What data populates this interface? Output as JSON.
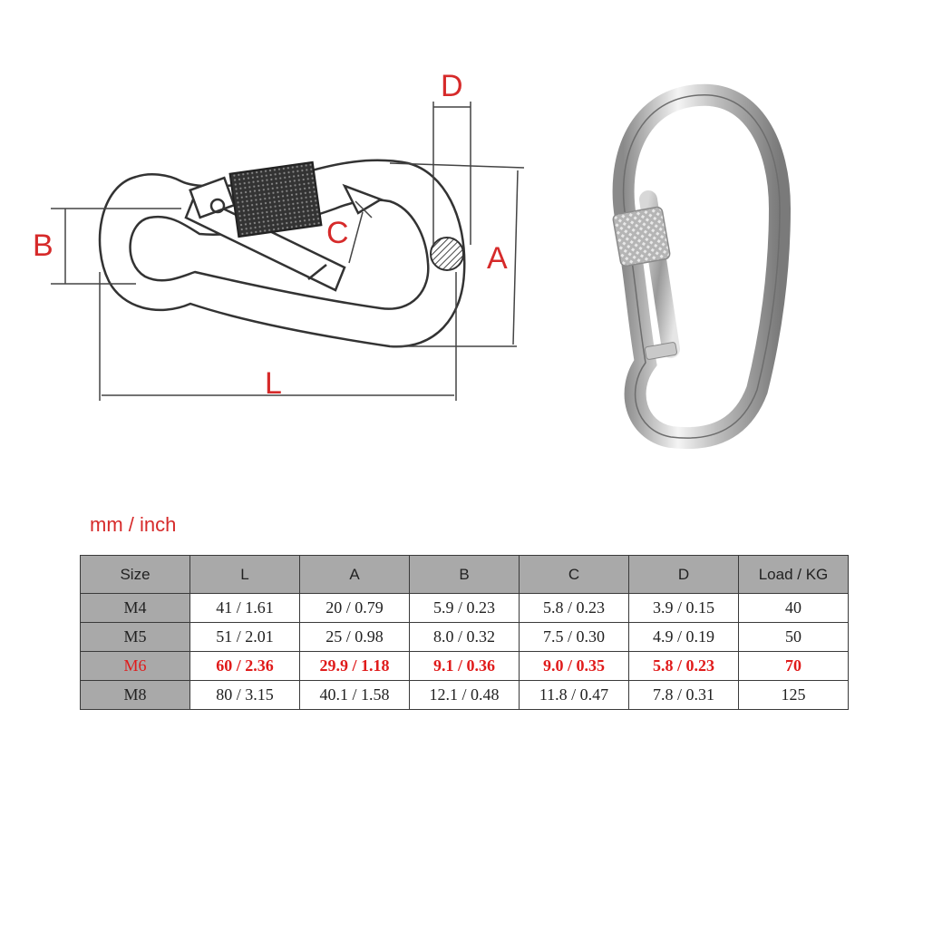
{
  "diagram": {
    "labels": {
      "D": "D",
      "B": "B",
      "C": "C",
      "A": "A",
      "L": "L"
    },
    "label_color": "#d62a2a"
  },
  "units_caption": "mm / inch",
  "table": {
    "header_bg": "#a9a9a9",
    "highlight_color": "#e01b1b",
    "headers": [
      "Size",
      "L",
      "A",
      "B",
      "C",
      "D",
      "Load / KG"
    ],
    "rows": [
      {
        "cells": [
          "M4",
          "41 / 1.61",
          "20 / 0.79",
          "5.9 / 0.23",
          "5.8 / 0.23",
          "3.9 / 0.15",
          "40"
        ],
        "highlight": false
      },
      {
        "cells": [
          "M5",
          "51 / 2.01",
          "25 / 0.98",
          "8.0 / 0.32",
          "7.5 / 0.30",
          "4.9 / 0.19",
          "50"
        ],
        "highlight": false
      },
      {
        "cells": [
          "M6",
          "60 / 2.36",
          "29.9 / 1.18",
          "9.1 / 0.36",
          "9.0 / 0.35",
          "5.8 / 0.23",
          "70"
        ],
        "highlight": true
      },
      {
        "cells": [
          "M8",
          "80 / 3.15",
          "40.1 / 1.58",
          "12.1 / 0.48",
          "11.8 / 0.47",
          "7.8 / 0.31",
          "125"
        ],
        "highlight": false
      }
    ]
  }
}
